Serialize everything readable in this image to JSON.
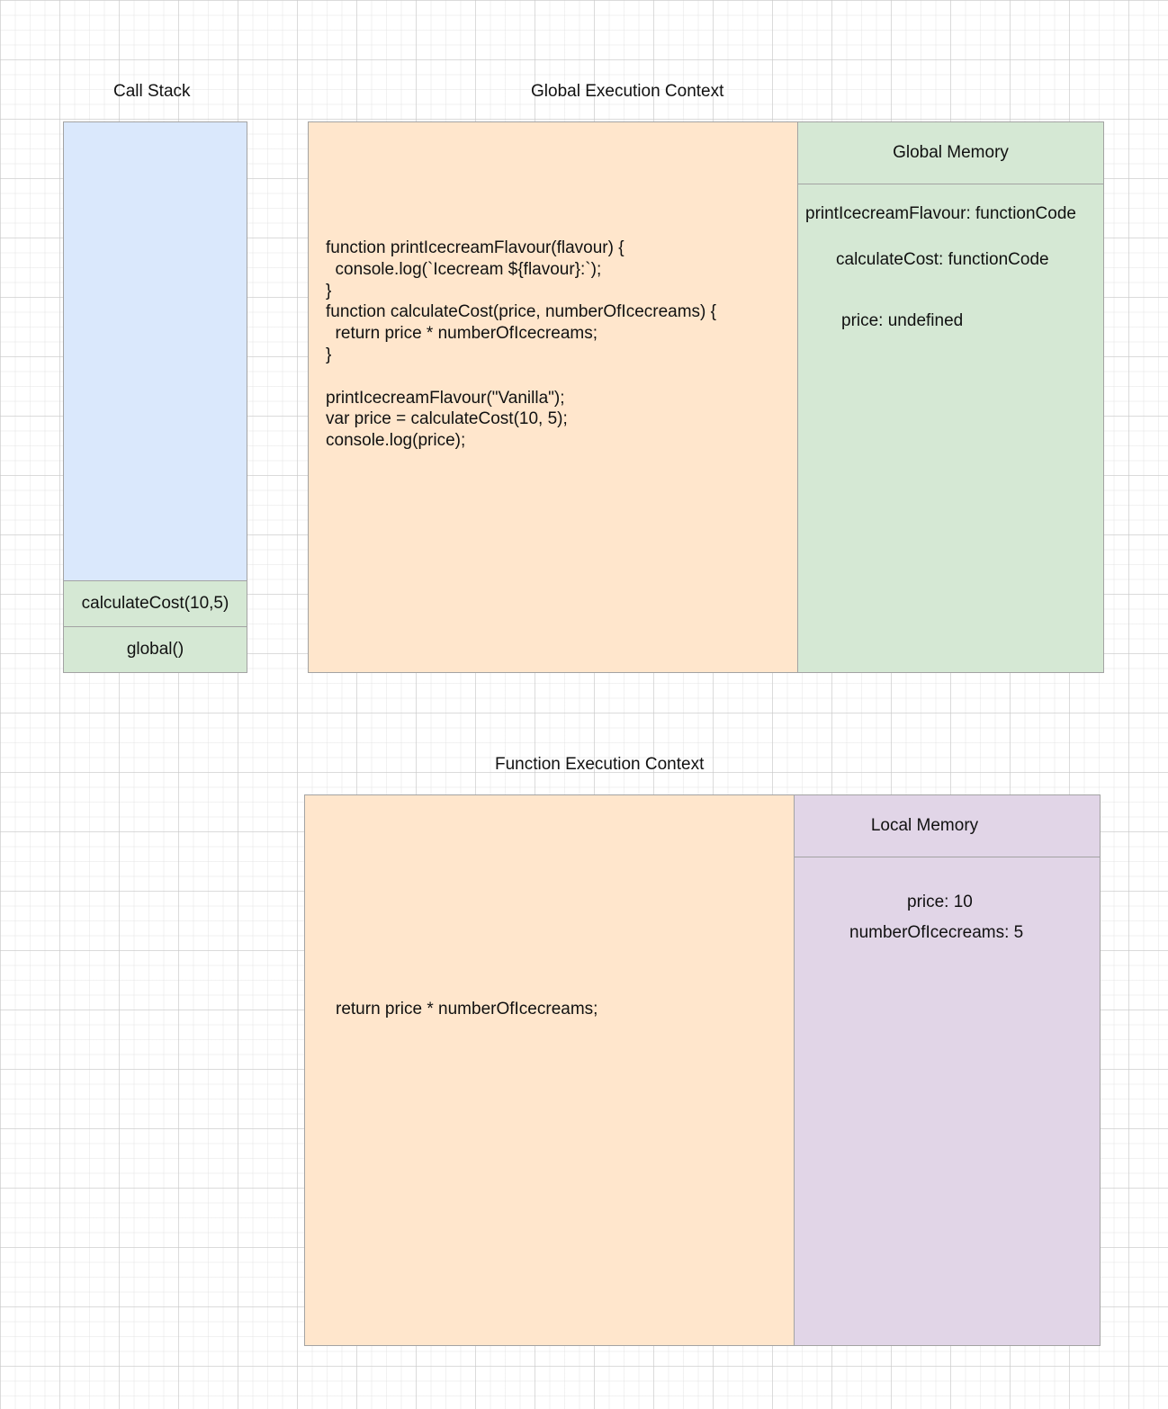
{
  "call_stack": {
    "title": "Call Stack",
    "frames": [
      "calculateCost(10,5)",
      "global()"
    ]
  },
  "global_context": {
    "title": "Global Execution Context",
    "code": "function printIcecreamFlavour(flavour) {\n  console.log(`Icecream ${flavour}:`);\n}\nfunction calculateCost(price, numberOfIcecreams) {\n  return price * numberOfIcecreams;\n}\n\nprintIcecreamFlavour(\"Vanilla\");\nvar price = calculateCost(10, 5);\nconsole.log(price);",
    "memory": {
      "header": "Global Memory",
      "entries": [
        "printIcecreamFlavour: functionCode",
        "calculateCost: functionCode",
        "price: undefined"
      ]
    }
  },
  "function_context": {
    "title": "Function Execution Context",
    "code": "return price * numberOfIcecreams;",
    "memory": {
      "header": "Local Memory",
      "entries": [
        "price: 10",
        "numberOfIcecreams: 5"
      ]
    }
  },
  "colors": {
    "stack_fill": "#dae8fc",
    "frame_fill": "#d5e8d4",
    "code_fill": "#ffe6cc",
    "global_memory_fill": "#d5e8d4",
    "local_memory_fill": "#e1d5e7",
    "border": "#a3a3a3"
  }
}
